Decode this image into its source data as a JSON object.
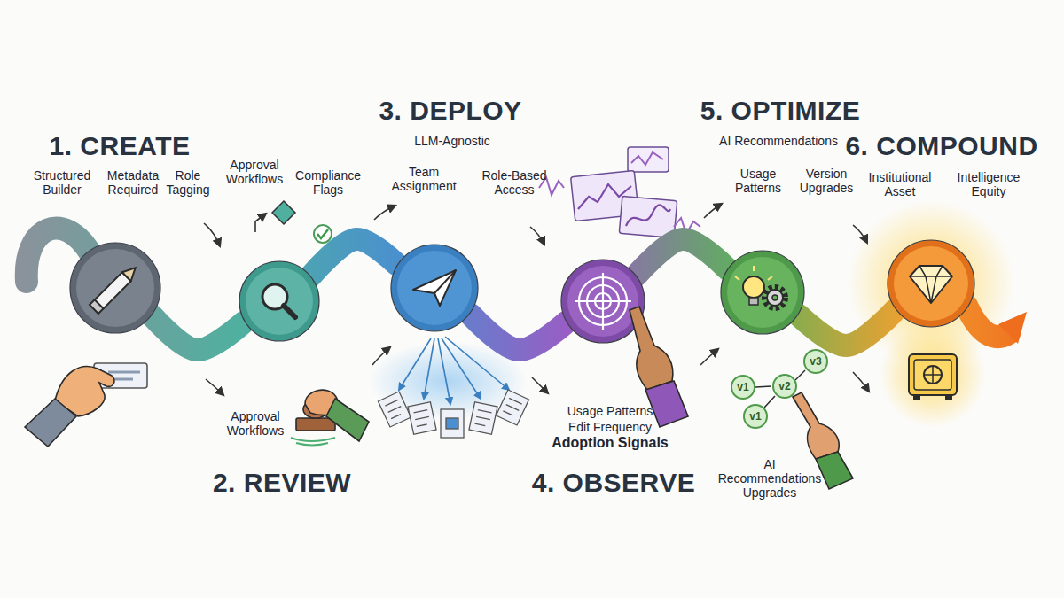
{
  "diagram": {
    "nodes": [
      {
        "text": [
          "1. CREATE"
        ]
      },
      {
        "text": [
          "2. REVIEW"
        ]
      },
      {
        "text": [
          "3. DEPLOY"
        ]
      },
      {
        "text": [
          "4. OBSERVE"
        ]
      },
      {
        "text": [
          "5. OPTIMIZE"
        ]
      },
      {
        "text": [
          "6. COMPOUND"
        ]
      }
    ],
    "edges": [
      {
        "from": 0,
        "to": 1,
        "arrow": "none"
      },
      {
        "from": 1,
        "to": 2,
        "arrow": "none"
      },
      {
        "from": 2,
        "to": 3,
        "arrow": "none"
      },
      {
        "from": 3,
        "to": 4,
        "arrow": "none"
      },
      {
        "from": 4,
        "to": 5,
        "arrow": "none"
      }
    ],
    "labels": [
      "Structured Builder",
      "Metadata Required",
      "Role Tagging",
      "Approval Workflows",
      "Compliance Flags",
      "LLM-Agnostic",
      "Team Assignment",
      "Role-Based Access",
      "Approval Workflows",
      "Usage Patterns",
      "Edit Frequency",
      "Adoption Signals",
      "AI Recommendations",
      "Usage Patterns",
      "Version Upgrades",
      "AI Recommendations Upgrades",
      "Institutional Asset",
      "Intelligence Equity",
      "v1",
      "v2",
      "v3",
      "v1"
    ]
  }
}
